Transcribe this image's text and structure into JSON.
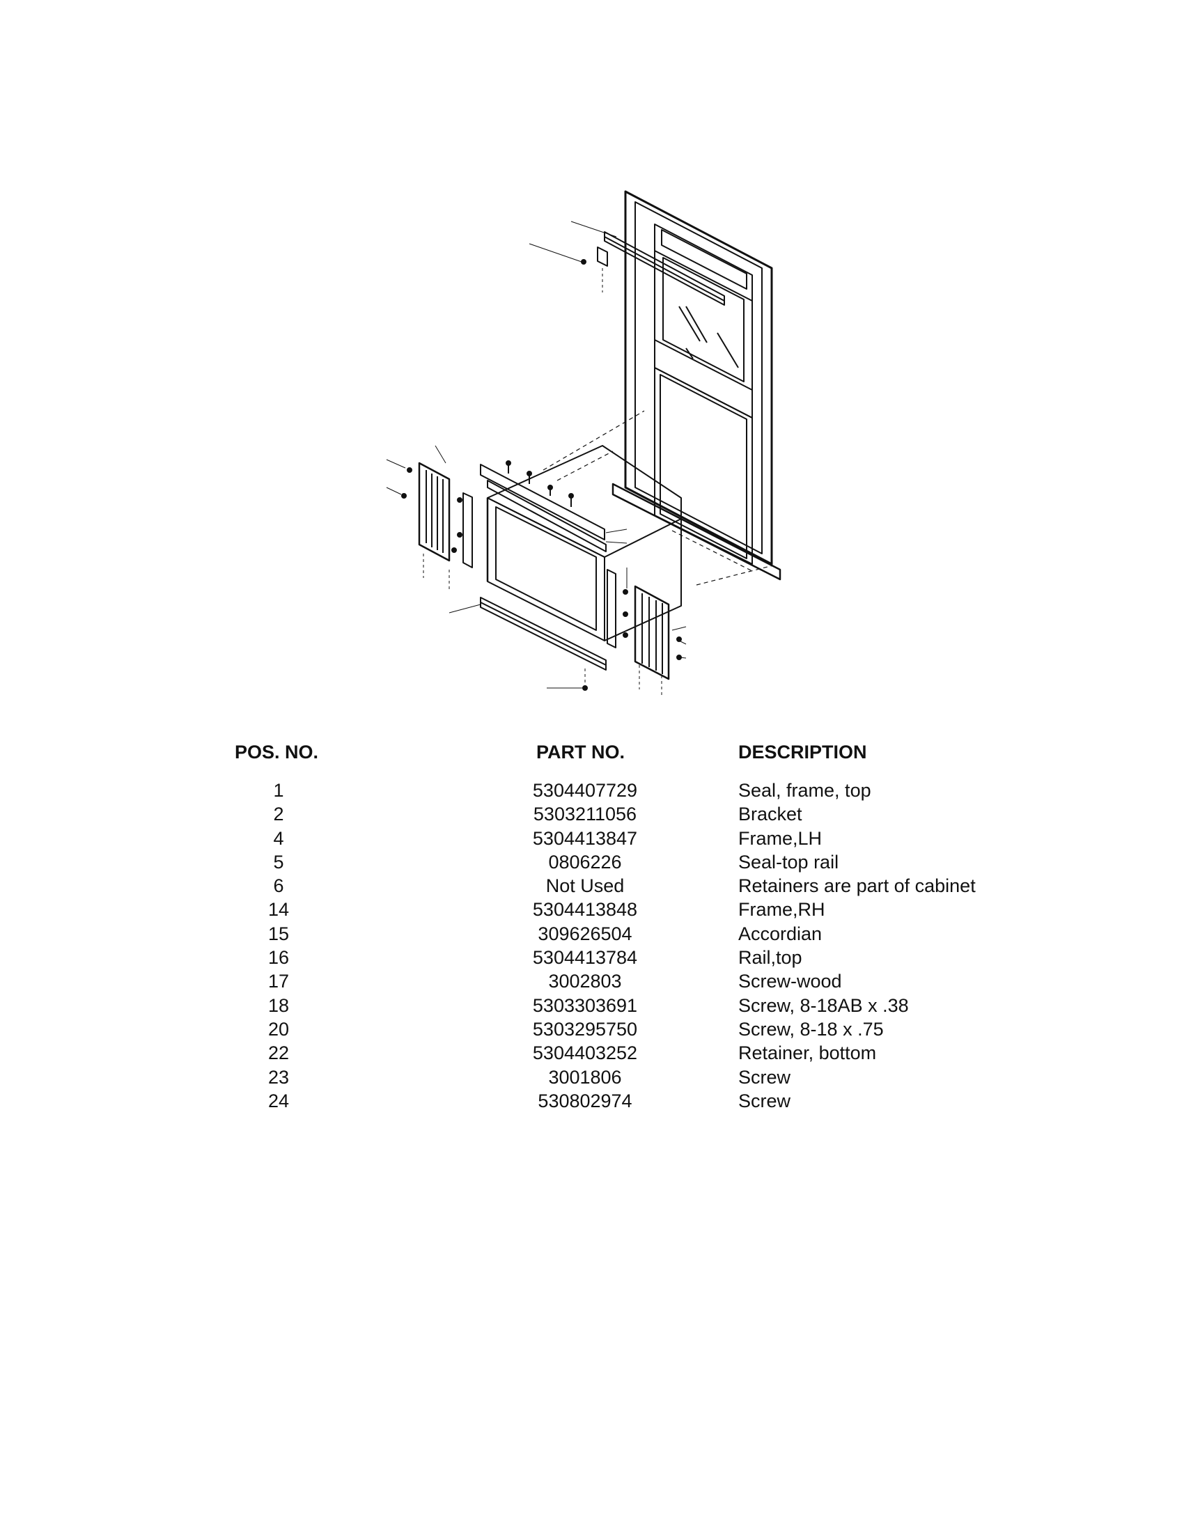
{
  "table": {
    "headers": {
      "pos": "POS. NO.",
      "part": "PART NO.",
      "description": "DESCRIPTION"
    },
    "rows": [
      {
        "pos": "1",
        "part": "5304407729",
        "description": "Seal, frame, top"
      },
      {
        "pos": "2",
        "part": "5303211056",
        "description": "Bracket"
      },
      {
        "pos": "4",
        "part": "5304413847",
        "description": "Frame,LH"
      },
      {
        "pos": "5",
        "part": "0806226",
        "description": "Seal-top rail"
      },
      {
        "pos": "6",
        "part": "Not Used",
        "description": "Retainers are part of cabinet"
      },
      {
        "pos": "14",
        "part": "5304413848",
        "description": "Frame,RH"
      },
      {
        "pos": "15",
        "part": "309626504",
        "description": "Accordian"
      },
      {
        "pos": "16",
        "part": "5304413784",
        "description": "Rail,top"
      },
      {
        "pos": "17",
        "part": "3002803",
        "description": "Screw-wood"
      },
      {
        "pos": "18",
        "part": "5303303691",
        "description": "Screw, 8-18AB x .38"
      },
      {
        "pos": "20",
        "part": "5303295750",
        "description": "Screw, 8-18 x .75"
      },
      {
        "pos": "22",
        "part": "5304403252",
        "description": "Retainer, bottom"
      },
      {
        "pos": "23",
        "part": "3001806",
        "description": "Screw"
      },
      {
        "pos": "24",
        "part": "530802974",
        "description": "Screw"
      }
    ]
  }
}
